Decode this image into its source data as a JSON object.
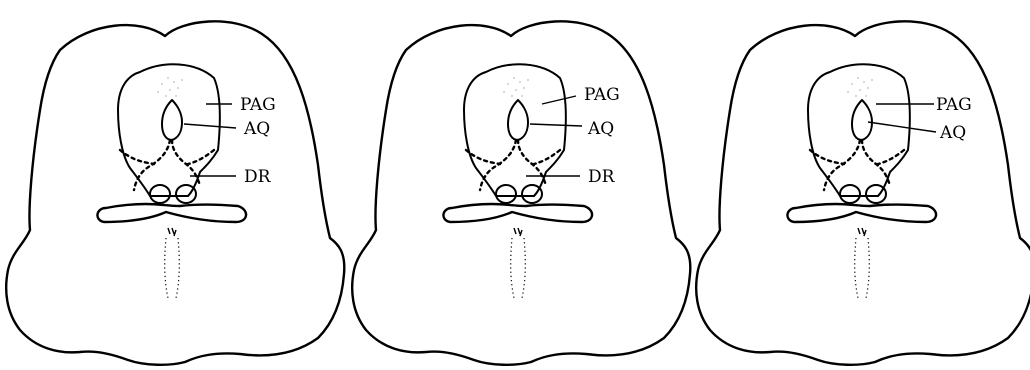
{
  "panels": [
    {
      "labels": {
        "pag": "PAG",
        "aq": "AQ",
        "dr": "DR"
      }
    },
    {
      "labels": {
        "pag": "PAG",
        "aq": "AQ",
        "dr": "DR"
      }
    },
    {
      "labels": {
        "pag": "PAG",
        "aq": "AQ"
      }
    }
  ]
}
